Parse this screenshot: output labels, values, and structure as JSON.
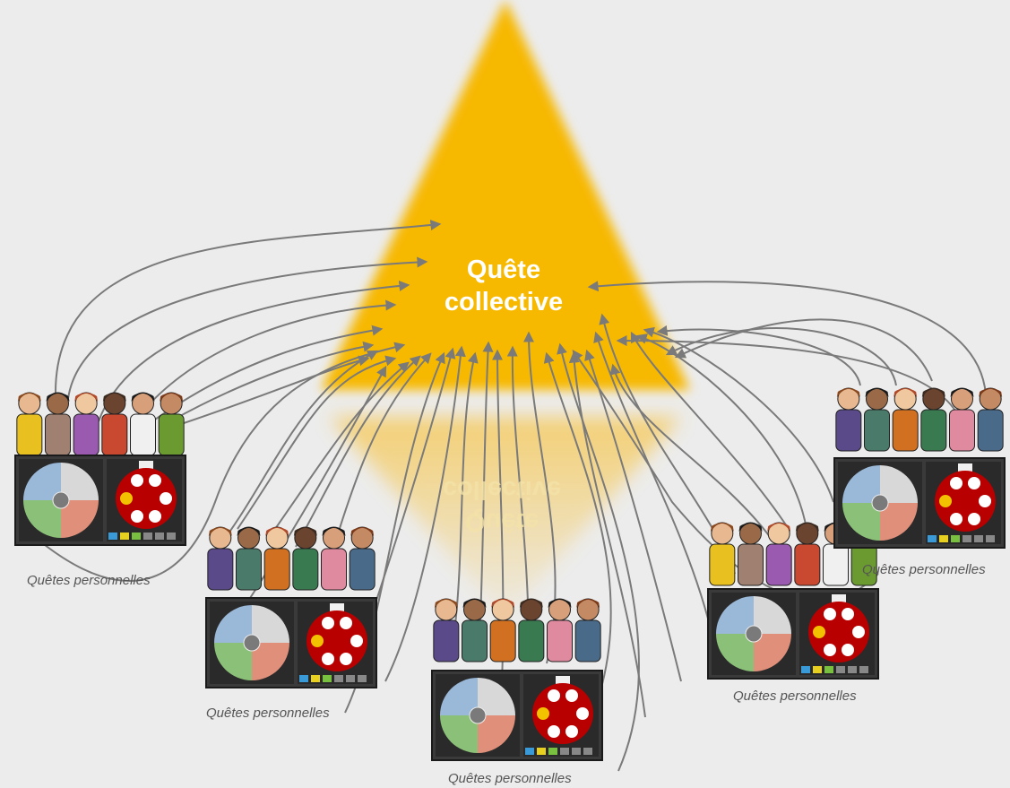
{
  "diagram": {
    "central_title_line1": "Quête",
    "central_title_line2": "collective",
    "group_caption": "Quêtes personnelles",
    "colors": {
      "background": "#ececec",
      "triangle": "#f7b800",
      "arrow": "#7a7a7a",
      "token_disc": "#b80000",
      "token_highlight": "#f2c200"
    },
    "groups": [
      {
        "id": "group-left",
        "caption": "Quêtes personnelles"
      },
      {
        "id": "group-center-left",
        "caption": "Quêtes personnelles"
      },
      {
        "id": "group-center",
        "caption": "Quêtes personnelles"
      },
      {
        "id": "group-center-right",
        "caption": "Quêtes personnelles"
      },
      {
        "id": "group-right",
        "caption": "Quêtes personnelles"
      }
    ]
  }
}
